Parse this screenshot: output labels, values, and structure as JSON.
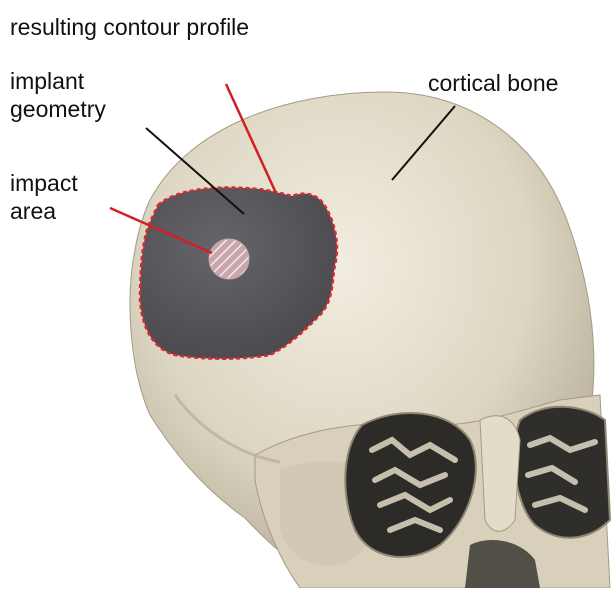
{
  "labels": {
    "title": "resulting contour profile",
    "implant_line1": "implant",
    "implant_line2": "geometry",
    "impact_line1": "impact",
    "impact_line2": "area",
    "cortical": "cortical bone"
  },
  "colors": {
    "bone": "#ddd6c2",
    "bone_shadow": "#b9b19b",
    "implant": "#55555a",
    "contour": "#e0262b",
    "leader_black": "#111111",
    "leader_red": "#d21f26",
    "background": "#ffffff"
  }
}
